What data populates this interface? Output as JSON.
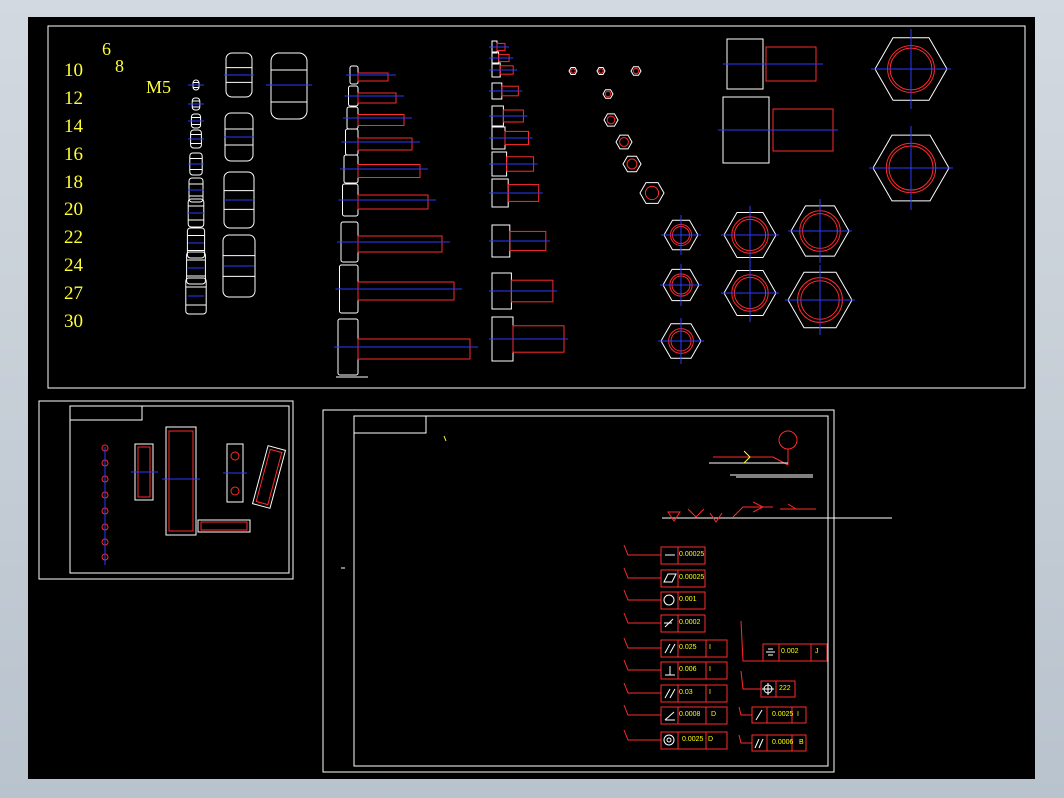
{
  "size_labels": [
    "10",
    "12",
    "14",
    "16",
    "18",
    "20",
    "22",
    "24",
    "27",
    "30"
  ],
  "size_header": {
    "a": "6",
    "b": "8",
    "m": "M5"
  },
  "tolerance_left": [
    {
      "symbol": "straightness",
      "value": "0.00025",
      "datum": ""
    },
    {
      "symbol": "flatness",
      "value": "0.00025",
      "datum": ""
    },
    {
      "symbol": "circularity",
      "value": "0.001",
      "datum": ""
    },
    {
      "symbol": "cylindricity",
      "value": "0.0002",
      "datum": ""
    },
    {
      "symbol": "parallelism",
      "value": "0.025",
      "datum": "I"
    },
    {
      "symbol": "perpendicularity",
      "value": "0.006",
      "datum": "I"
    },
    {
      "symbol": "parallelism",
      "value": "0.03",
      "datum": "I"
    },
    {
      "symbol": "angularity",
      "value": "0.0008",
      "datum": "D"
    },
    {
      "symbol": "concentricity",
      "value": "0.0025",
      "datum": "D"
    }
  ],
  "tolerance_right": [
    {
      "symbol": "symmetry",
      "value": "0.002",
      "datum": "J"
    },
    {
      "symbol": "position",
      "value": "222",
      "datum": ""
    },
    {
      "symbol": "circular-runout",
      "value": "0.0025",
      "datum": "I"
    },
    {
      "symbol": "total-runout",
      "value": "0.0006",
      "datum": "B"
    }
  ],
  "colors": {
    "background": "#000000",
    "frame": "#ffffff",
    "part": "#ff2020",
    "centerline": "#2233ff",
    "text": "#ffff33"
  }
}
